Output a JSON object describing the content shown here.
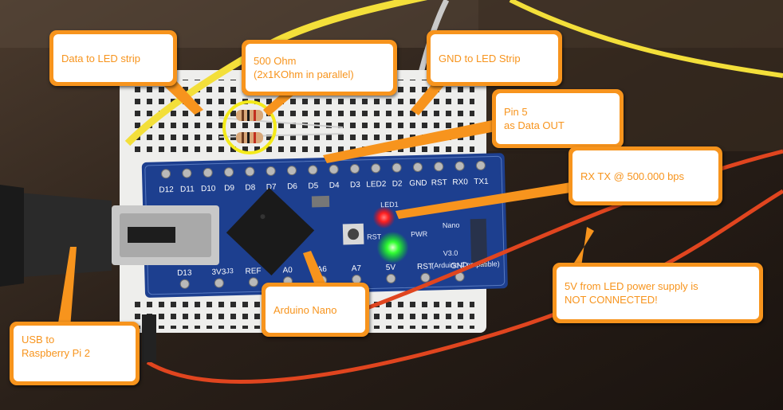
{
  "callouts": {
    "data_to_led": "Data to LED strip",
    "resistor": "500 Ohm\n(2x1KOhm in parallel)",
    "gnd_to_led": "GND to LED Strip",
    "pin5": "Pin 5\nas Data OUT",
    "rxtx": "RX TX @ 500.000 bps",
    "power": "5V from LED power supply is\nNOT CONNECTED!",
    "arduino": "Arduino Nano",
    "usb": "USB to\nRaspberry Pi 2"
  },
  "board": {
    "top_pins": [
      "D12",
      "D11",
      "D10",
      "D9",
      "D8",
      "D7",
      "D6",
      "D5",
      "D4",
      "D3",
      "LED2",
      "D2",
      "GND",
      "RST",
      "RX0",
      "TX1"
    ],
    "bottom_pins": [
      "D13",
      "3V3",
      "REF",
      "A0",
      "A6",
      "A7",
      "5V",
      "RST",
      "GND"
    ],
    "silk_rst": "RST",
    "silk_pwr": "PWR",
    "silk_j3": "J3",
    "silk_led1": "LED1",
    "silk_version": "V3.0",
    "silk_nano": "Nano",
    "silk_compat": "(Arduino-Compatible)"
  },
  "colors": {
    "callout_orange": "#f7941d",
    "board_blue": "#1d3f8f",
    "wire_yellow": "#f3df3a",
    "wire_red": "#e0451f",
    "wire_gray": "#c9c9c9"
  }
}
